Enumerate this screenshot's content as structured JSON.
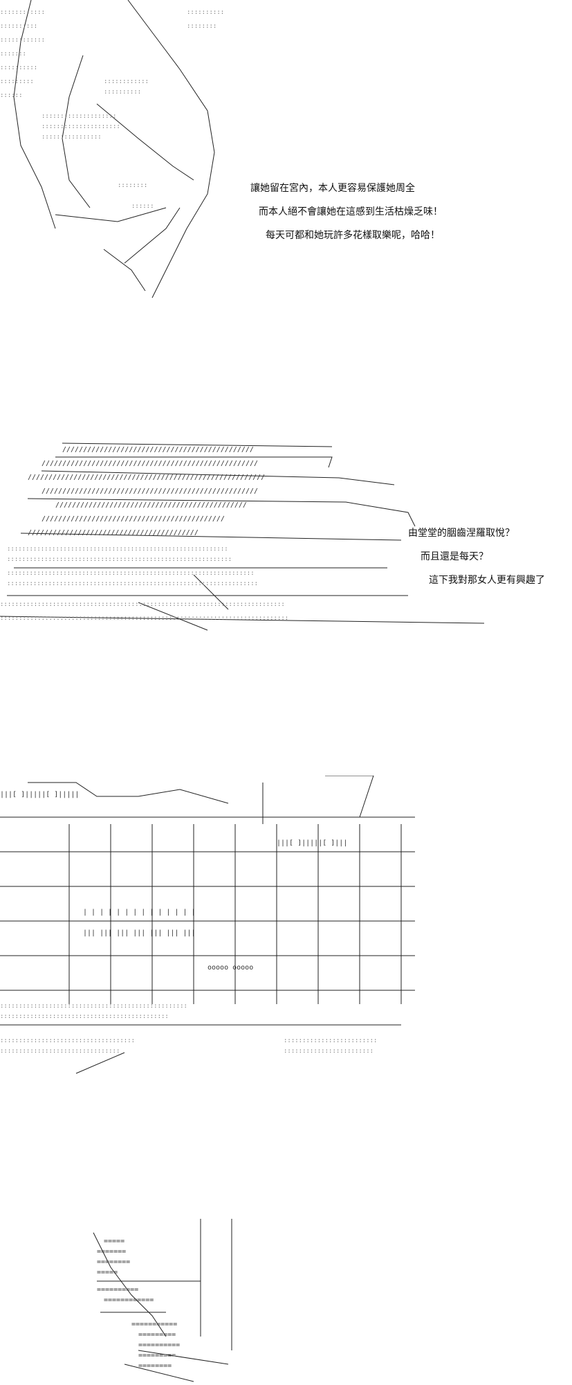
{
  "panels": [
    {
      "lines": [
        "讓她留在宮內，本人更容易保護她周全",
        "而本人絕不會讓她在這感到生活枯燥乏味！",
        "每天可都和她玩許多花樣取樂呢，哈哈！"
      ]
    },
    {
      "lines": [
        "由堂堂的胭齒涅羅取悅？",
        "而且還是每天？",
        "這下我對那女人更有興趣了"
      ]
    },
    {
      "lines": []
    },
    {
      "lines": []
    }
  ],
  "colors": {
    "background": "#ffffff",
    "ink": "#222222",
    "dots": "#777777"
  }
}
